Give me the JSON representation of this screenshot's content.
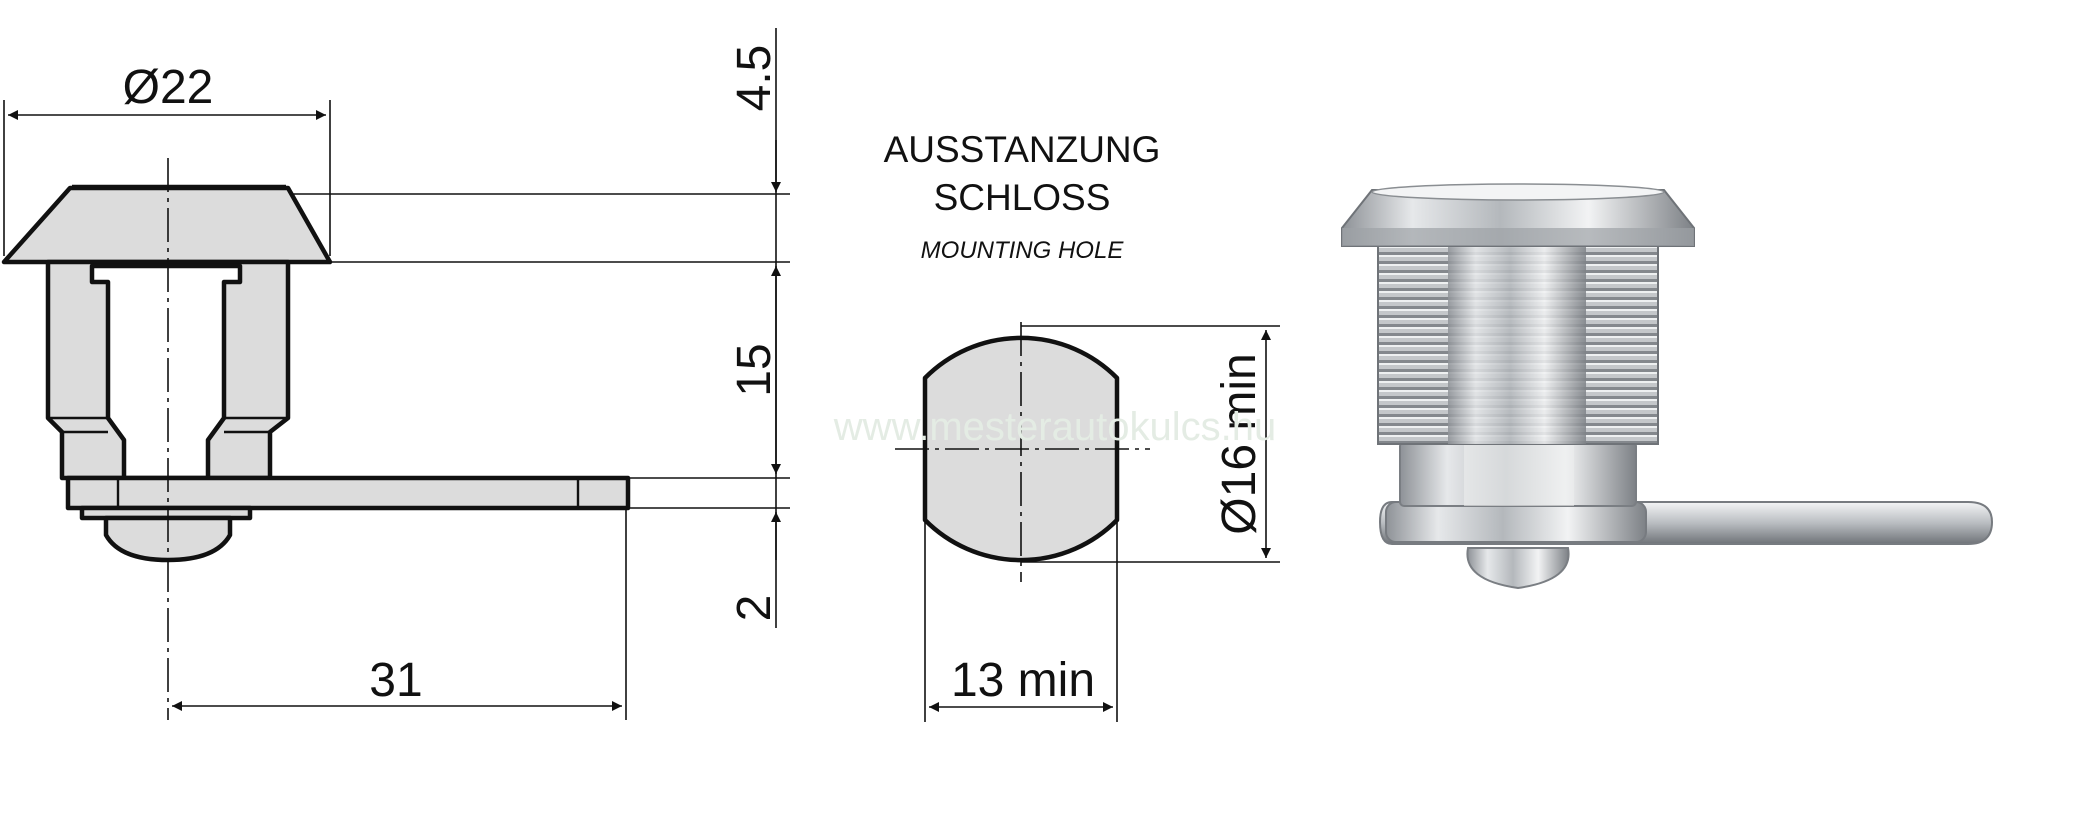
{
  "dimensions": {
    "diameter_22": "Ø22",
    "height_4_5": "4.5",
    "height_15": "15",
    "height_2": "2",
    "length_31": "31",
    "hole_width": "13 min",
    "hole_diameter": "Ø16 min"
  },
  "mounting_hole": {
    "title_line1": "AUSSTANZUNG",
    "title_line2": "SCHLOSS",
    "subtitle": "MOUNTING HOLE"
  },
  "watermark": "www.mesterautokulcs.hu",
  "colors": {
    "line": "#111111",
    "part_fill": "#dcdcdc",
    "watermark": "#e4ece4"
  }
}
